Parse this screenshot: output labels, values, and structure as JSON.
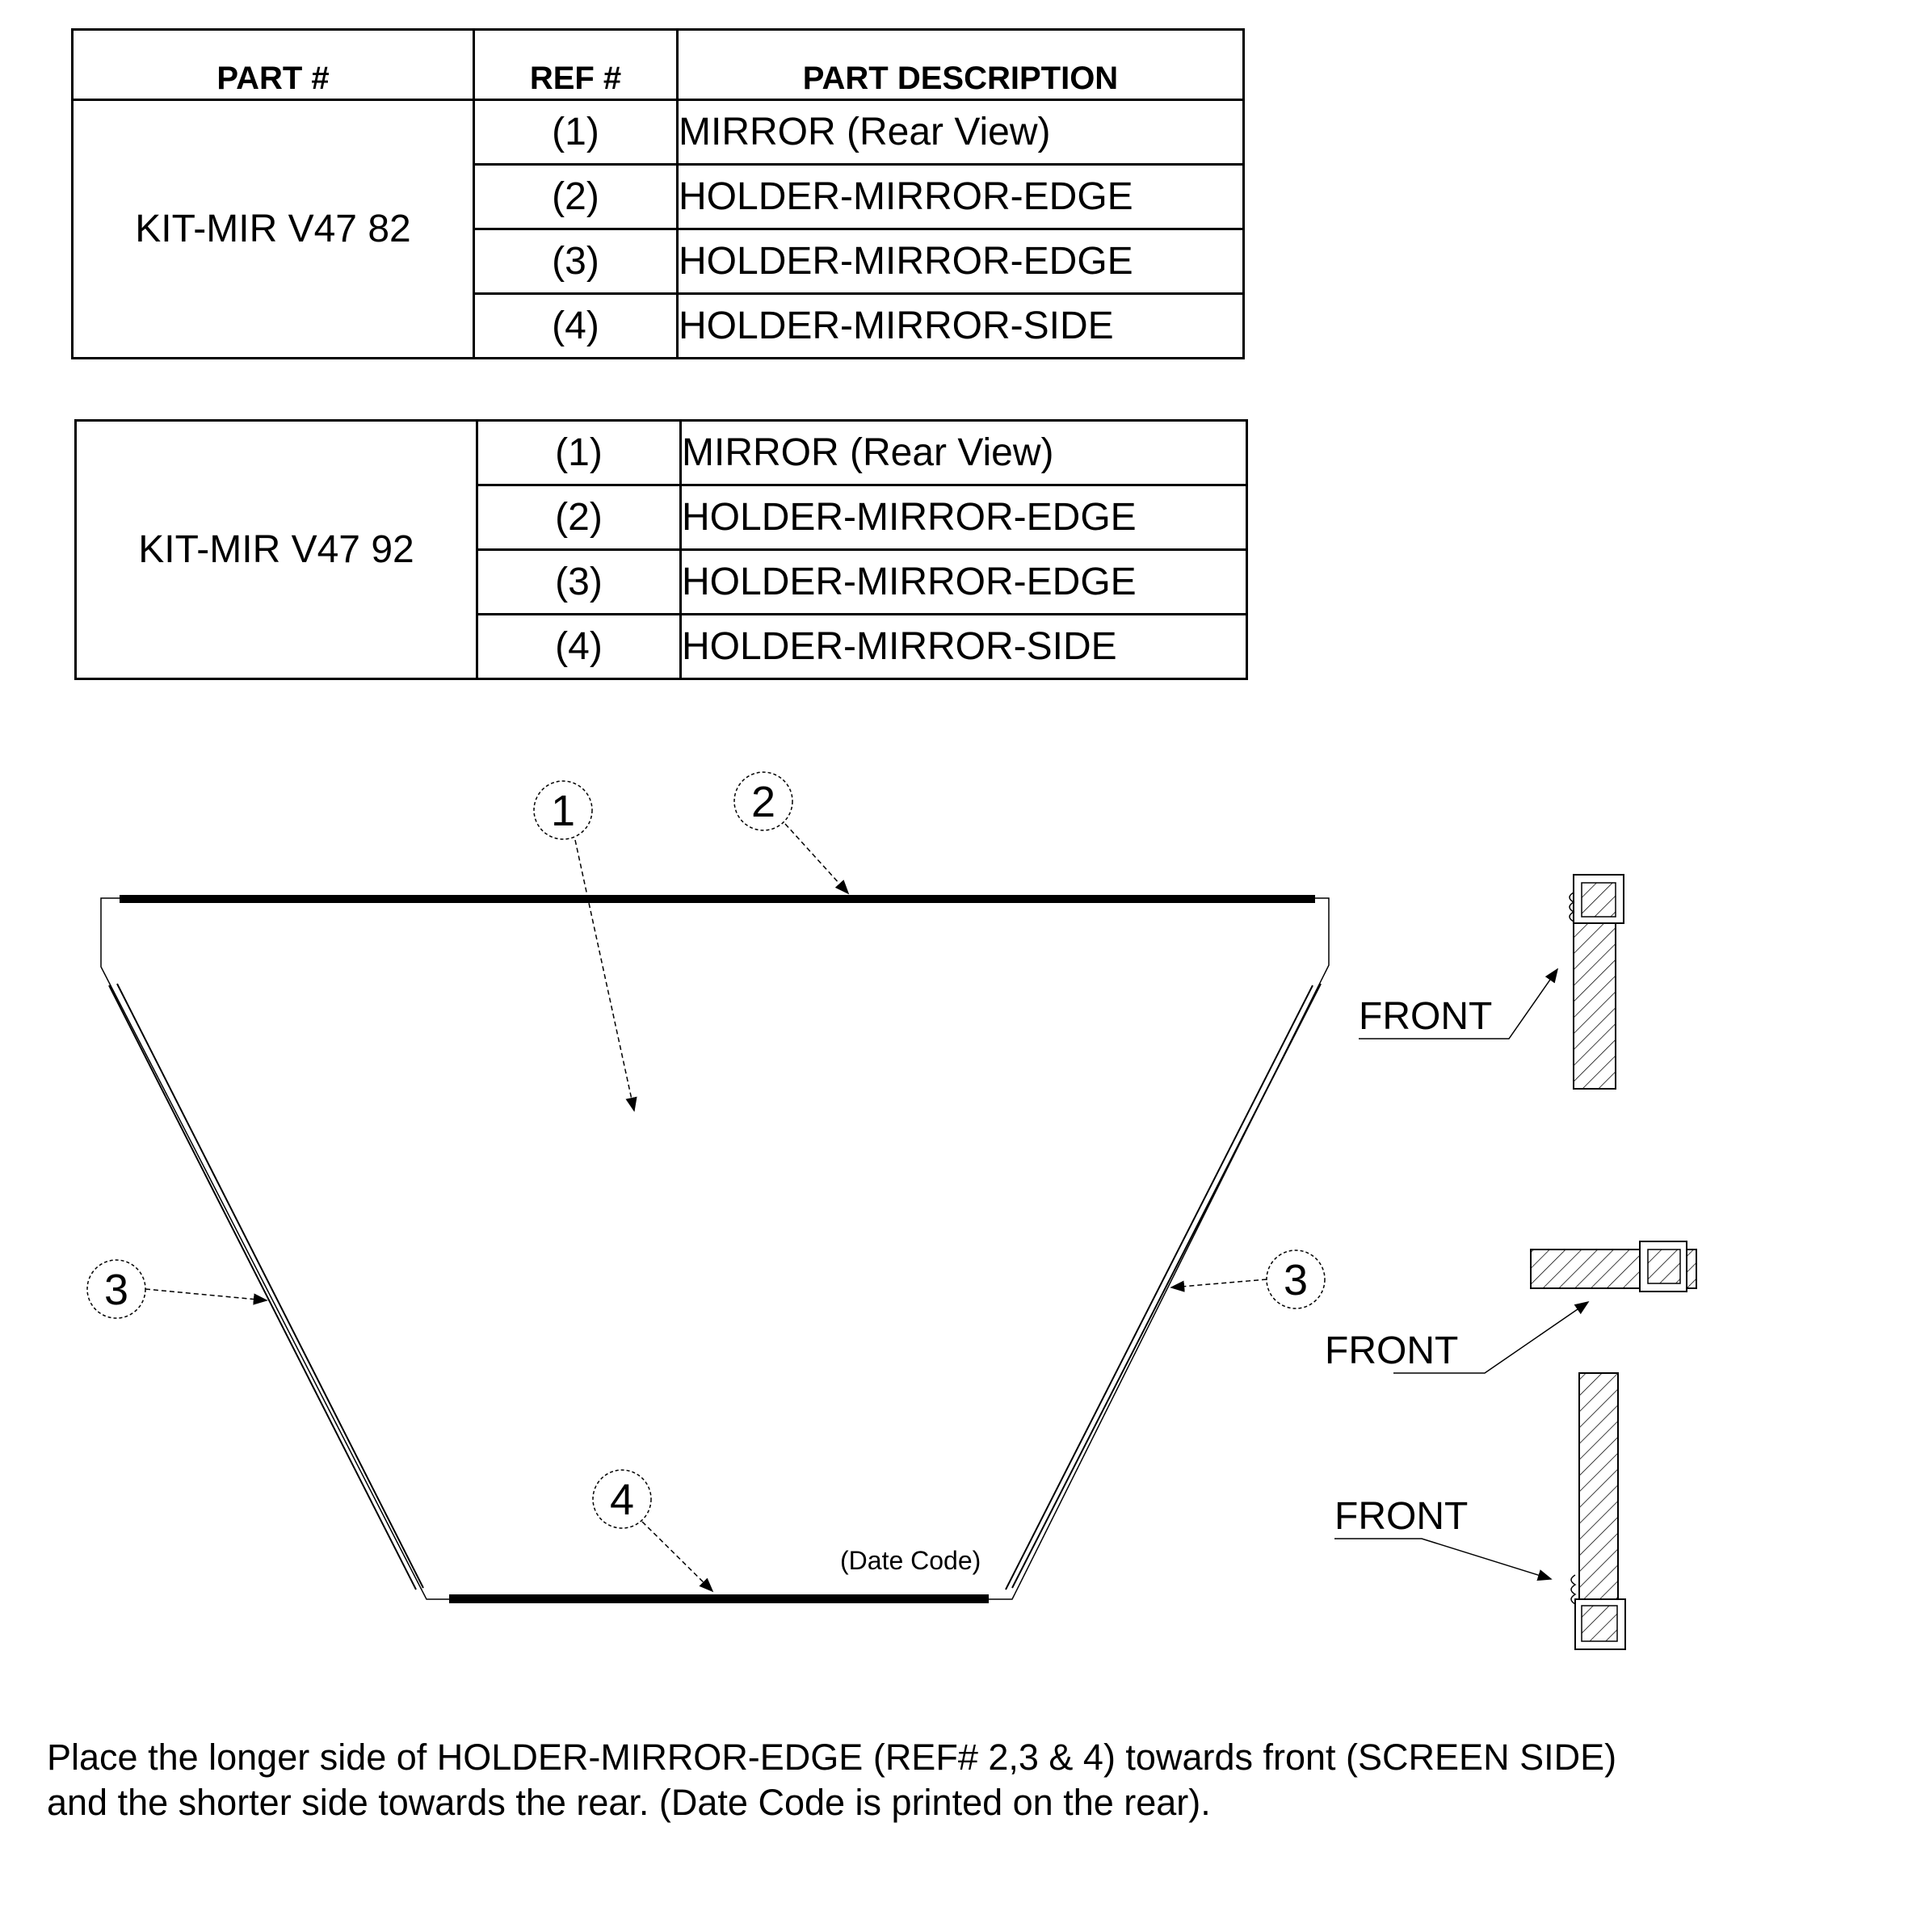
{
  "table": {
    "headers": {
      "part": "PART #",
      "ref": "REF #",
      "desc": "PART DESCRIPTION"
    },
    "kits": [
      {
        "part": "KIT-MIR V47 82",
        "rows": [
          {
            "ref": "(1)",
            "desc": "MIRROR (Rear View)"
          },
          {
            "ref": "(2)",
            "desc": "HOLDER-MIRROR-EDGE"
          },
          {
            "ref": "(3)",
            "desc": "HOLDER-MIRROR-EDGE"
          },
          {
            "ref": "(4)",
            "desc": "HOLDER-MIRROR-SIDE"
          }
        ]
      },
      {
        "part": "KIT-MIR V47 92",
        "rows": [
          {
            "ref": "(1)",
            "desc": "MIRROR (Rear View)"
          },
          {
            "ref": "(2)",
            "desc": "HOLDER-MIRROR-EDGE"
          },
          {
            "ref": "(3)",
            "desc": "HOLDER-MIRROR-EDGE"
          },
          {
            "ref": "(4)",
            "desc": "HOLDER-MIRROR-SIDE"
          }
        ]
      }
    ]
  },
  "diagram": {
    "callouts": [
      "1",
      "2",
      "3",
      "3",
      "4"
    ],
    "date_code": "(Date Code)",
    "front_labels": [
      "FRONT",
      "FRONT",
      "FRONT"
    ]
  },
  "note": {
    "line1": "Place the longer side of HOLDER-MIRROR-EDGE (REF# 2,3 & 4) towards front (SCREEN SIDE)",
    "line2": "and the shorter side towards the rear. (Date Code is printed on the rear)."
  }
}
